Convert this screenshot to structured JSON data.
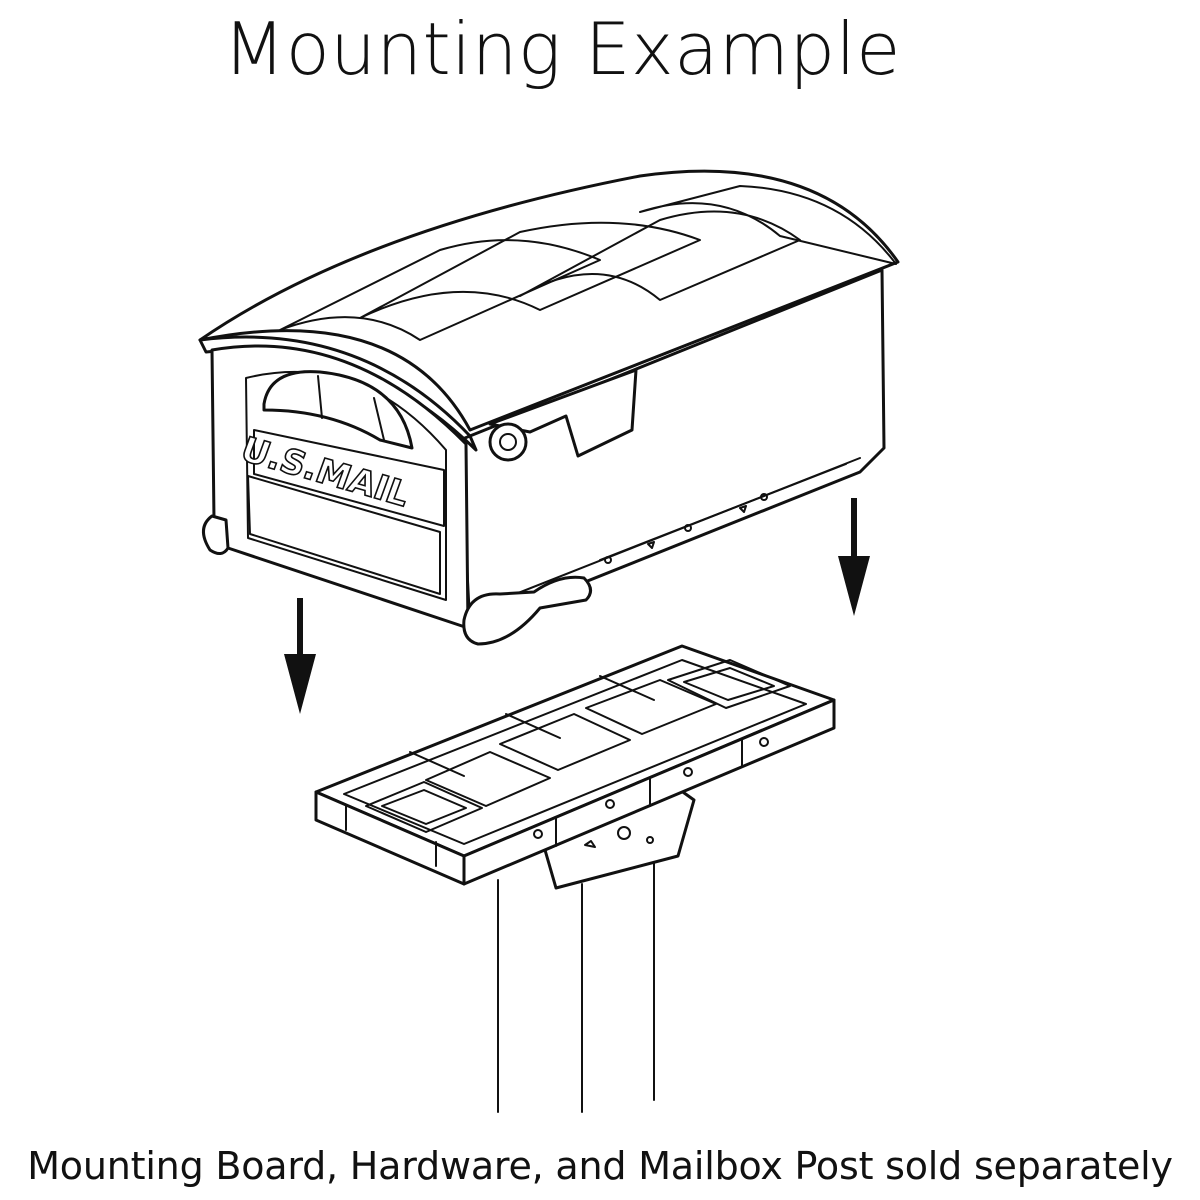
{
  "title": "Mounting Example",
  "caption": "Mounting Board, Hardware, and Mailbox Post sold separately",
  "mailbox": {
    "door_text": "U.S.MAIL"
  }
}
